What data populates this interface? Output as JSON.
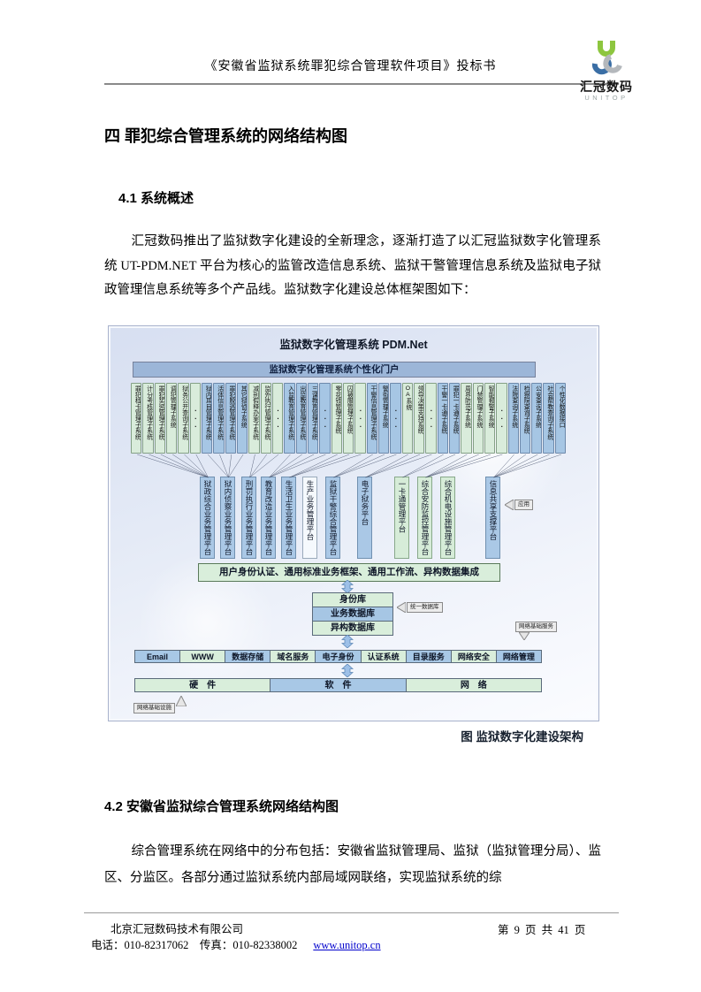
{
  "header": {
    "doc_title": "《安徽省监狱系统罪犯综合管理软件项目》投标书",
    "logo_text": "汇冠数码",
    "logo_sub": "UNITOP"
  },
  "headings": {
    "h1": "四 罪犯综合管理系统的网络结构图",
    "s41": "4.1 系统概述",
    "s42": "4.2 安徽省监狱综合管理系统网络结构图"
  },
  "paragraphs": {
    "p1": "汇冠数码推出了监狱数字化建设的全新理念，逐渐打造了以汇冠监狱数字化管理系统 UT-PDM.NET 平台为核心的监管改造信息系统、监狱干警管理信息系统及监狱电子狱政管理信息系统等多个产品线。监狱数字化建设总体框架图如下：",
    "p2": "综合管理系统在网络中的分布包括：安徽省监狱管理局、监狱（监狱管理分局）、监区、分监区。各部分通过监狱系统内部局域网联络，实现监狱系统的综"
  },
  "diagram": {
    "title": "监狱数字化管理系统 PDM.Net",
    "portal": "监狱数字化管理系统个性化门户",
    "subsystems": [
      {
        "label": "罪犯档卡管理子系统",
        "color": "green",
        "target": 0
      },
      {
        "label": "计分考核管理子系统",
        "color": "green",
        "target": 0
      },
      {
        "label": "罪犯奖惩管理子系统",
        "color": "green",
        "target": 0
      },
      {
        "label": "调犯管理子系统",
        "color": "green",
        "target": 0
      },
      {
        "label": "狱务公开查询子系统",
        "color": "green",
        "target": 0
      },
      {
        "label": "···",
        "color": "green",
        "target": 0
      },
      {
        "label": "狱内耳目管理子系统",
        "color": "blue",
        "target": 1
      },
      {
        "label": "活体信息管理子系统",
        "color": "blue",
        "target": 1
      },
      {
        "label": "罪犯脱逃管理子系统",
        "color": "blue",
        "target": 1
      },
      {
        "label": "其它狱侦子系统",
        "color": "blue",
        "target": 1
      },
      {
        "label": "减刑假释办案子系统",
        "color": "green",
        "target": 2
      },
      {
        "label": "监外执行管理子系统",
        "color": "green",
        "target": 2
      },
      {
        "label": "···",
        "color": "green",
        "target": 2
      },
      {
        "label": "入监教育管理子系统",
        "color": "blue",
        "target": 3
      },
      {
        "label": "出监教育管理子系统",
        "color": "blue",
        "target": 3
      },
      {
        "label": "三课教育管理子系统",
        "color": "blue",
        "target": 3
      },
      {
        "label": "···",
        "color": "blue",
        "target": 3
      },
      {
        "label": "零花钱管理子系统",
        "color": "green",
        "target": 4
      },
      {
        "label": "囚被服管理子系统",
        "color": "green",
        "target": 4
      },
      {
        "label": "···",
        "color": "green",
        "target": 4
      },
      {
        "label": "干警信息管理子系统",
        "color": "blue",
        "target": 6
      },
      {
        "label": "警衔管理子系统",
        "color": "blue",
        "target": 6
      },
      {
        "label": "···",
        "color": "blue",
        "target": 6
      },
      {
        "label": "OA系统",
        "color": "green",
        "target": 7
      },
      {
        "label": "领导决策支持系统",
        "color": "green",
        "target": 7
      },
      {
        "label": "···",
        "color": "green",
        "target": 7
      },
      {
        "label": "干警一卡通子系统",
        "color": "blue",
        "target": 8
      },
      {
        "label": "罪犯一卡通子系统",
        "color": "blue",
        "target": 8
      },
      {
        "label": "周界防范子系统",
        "color": "green",
        "target": 9
      },
      {
        "label": "门禁管理子系统",
        "color": "green",
        "target": 9
      },
      {
        "label": "智能报警子系统",
        "color": "green",
        "target": 9
      },
      {
        "label": "···",
        "color": "green",
        "target": 9
      },
      {
        "label": "法院查询子系统",
        "color": "blue",
        "target": 11
      },
      {
        "label": "检察院查询子系统",
        "color": "blue",
        "target": 11
      },
      {
        "label": "公安查询子系统",
        "color": "blue",
        "target": 11
      },
      {
        "label": "社会帮教查询子系统",
        "color": "blue",
        "target": 11
      },
      {
        "label": "个性化数据接口",
        "color": "blue",
        "target": 11
      }
    ],
    "platforms": [
      {
        "label": "狱政综合业务管理平台",
        "color": "blue"
      },
      {
        "label": "狱内侦察业务管理平台",
        "color": "blue"
      },
      {
        "label": "刑罚执行业务管理平台",
        "color": "blue"
      },
      {
        "label": "教育改造业务管理平台",
        "color": "blue"
      },
      {
        "label": "生活卫生业务管理平台",
        "color": "blue"
      },
      {
        "label": "生产业务管理平台",
        "color": "white"
      },
      {
        "label": "监狱干警综合管理平台",
        "color": "blue"
      },
      {
        "label": "电子狱务平台",
        "color": "blue"
      },
      {
        "label": "一卡通管理平台",
        "color": "green"
      },
      {
        "label": "综合安防监控管理平台",
        "color": "green"
      },
      {
        "label": "综合机电设施管理平台",
        "color": "green"
      },
      {
        "label": "信息共享支撑平台",
        "color": "blue"
      }
    ],
    "middleware_bar": "用户身份认证、通用标准业务框架、通用工作流、异构数据集成",
    "databases": [
      {
        "label": "身份库",
        "color": "green"
      },
      {
        "label": "业务数据库",
        "color": "blue"
      },
      {
        "label": "异构数据库",
        "color": "green"
      }
    ],
    "services": [
      {
        "label": "Email",
        "color": "blue"
      },
      {
        "label": "WWW",
        "color": "green"
      },
      {
        "label": "数据存储",
        "color": "blue"
      },
      {
        "label": "域名服务",
        "color": "green"
      },
      {
        "label": "电子身份",
        "color": "blue"
      },
      {
        "label": "认证系统",
        "color": "green"
      },
      {
        "label": "目录服务",
        "color": "blue"
      },
      {
        "label": "网络安全",
        "color": "green"
      },
      {
        "label": "网络管理",
        "color": "blue"
      }
    ],
    "base_layers": [
      {
        "label": "硬　件",
        "color": "green"
      },
      {
        "label": "软　件",
        "color": "blue"
      },
      {
        "label": "网　络",
        "color": "green"
      }
    ],
    "arrow_labels": {
      "app": "应用",
      "unified_db": "统一数据库",
      "net_service": "网络基础服务",
      "net_infra": "网络基础设施"
    },
    "caption": "图  监狱数字化建设架构"
  },
  "footer": {
    "company": "北京汇冠数码技术有限公司",
    "contact": "电话：010-82317062　传真：010-82338002",
    "link": "www.unitop.cn",
    "page": "第 9 页 共 41 页"
  },
  "colors": {
    "box_green": "#d9ecdb",
    "box_blue": "#a6c6e4",
    "portal_blue": "#9cb6d8",
    "link_blue": "#0000cc"
  }
}
